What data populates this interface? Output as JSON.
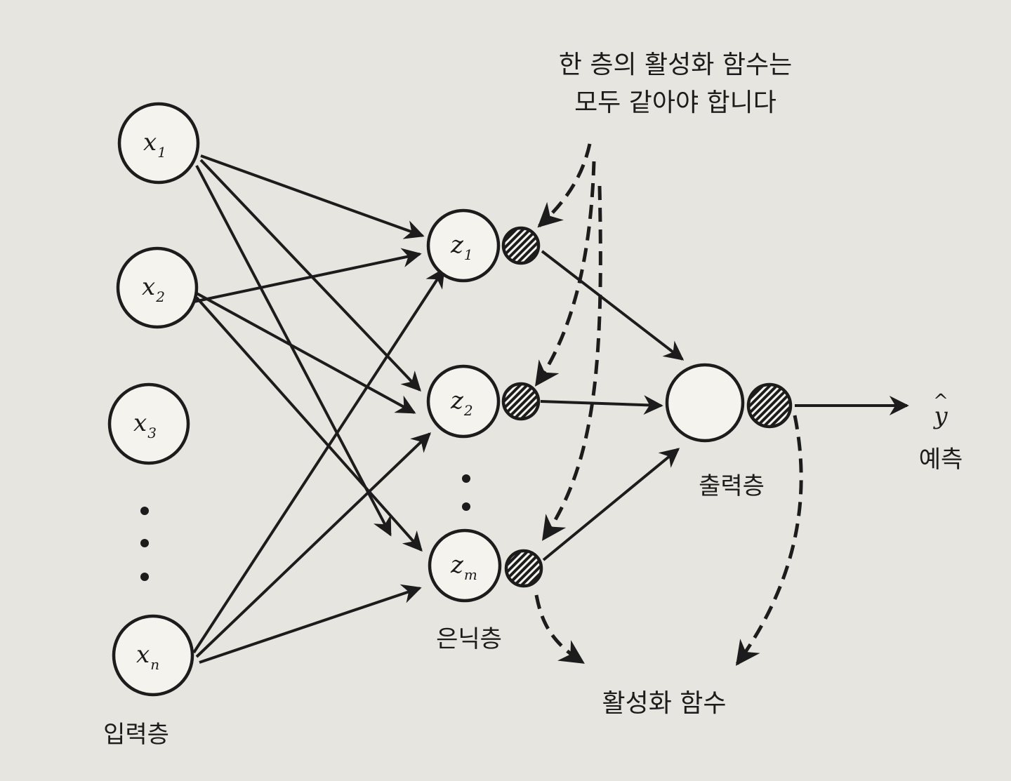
{
  "input_nodes": [
    {
      "var": "x",
      "sub": "1"
    },
    {
      "var": "x",
      "sub": "2"
    },
    {
      "var": "x",
      "sub": "3"
    },
    {
      "var": "x",
      "sub": "n"
    }
  ],
  "hidden_nodes": [
    {
      "var": "z",
      "sub": "1"
    },
    {
      "var": "z",
      "sub": "2"
    },
    {
      "var": "z",
      "sub": "m"
    }
  ],
  "output": {
    "var": "y",
    "hat": "^"
  },
  "labels": {
    "input_layer": "입력층",
    "hidden_layer": "은닉층",
    "output_layer": "출력층",
    "prediction": "예측",
    "activation_function": "활성화 함수"
  },
  "annotation": {
    "line1": "한 층의 활성화 함수는",
    "line2": "모두 같아야 합니다"
  },
  "colors": {
    "ink": "#1c1c1c",
    "paper": "#e6e5df",
    "node_fill": "#f4f3ee"
  }
}
